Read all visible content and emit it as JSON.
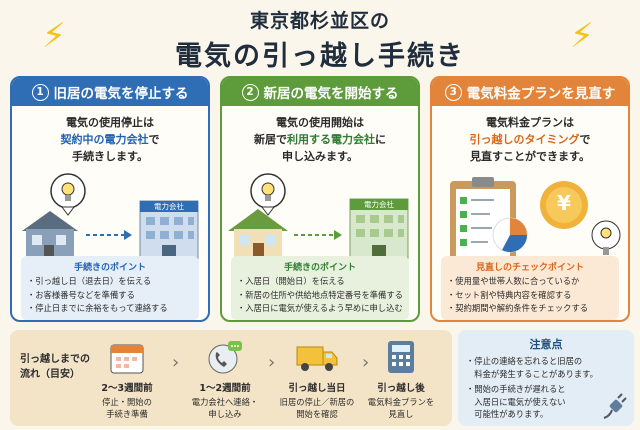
{
  "header": {
    "subtitle": "東京都杉並区の",
    "title": "電気の引っ越し手続き"
  },
  "colors": {
    "blue": "#2f6db5",
    "green": "#5d9b3b",
    "orange": "#e2853a",
    "accent_blue": "#1f63b3",
    "accent_green": "#2e7d32",
    "accent_orange": "#d9661c"
  },
  "cards": [
    {
      "num": "1",
      "title": "旧居の電気を停止する",
      "lead1": "電気の使用停止は",
      "lead_hl": "契約中の電力会社",
      "lead2": "で",
      "lead3": "手続きします。",
      "building_label": "電力会社",
      "points_title": "手続きのポイント",
      "points": [
        "・引っ越し日（退去日）を伝える",
        "・お客様番号などを準備する",
        "・停止日までに余裕をもって連絡する"
      ]
    },
    {
      "num": "2",
      "title": "新居の電気を開始する",
      "lead1": "電気の使用開始は",
      "lead_pre": "新居で",
      "lead_hl": "利用する電力会社",
      "lead2": "に",
      "lead3": "申し込みます。",
      "building_label": "電力会社",
      "points_title": "手続きのポイント",
      "points": [
        "・入居日（開始日）を伝える",
        "・新居の住所や供給地点特定番号を準備する",
        "・入居日に電気が使えるよう早めに申し込む"
      ]
    },
    {
      "num": "3",
      "title": "電気料金プランを見直す",
      "lead1": "電気料金プランは",
      "lead_hl": "引っ越しのタイミング",
      "lead2": "で",
      "lead3": "見直すことができます。",
      "yen": "¥",
      "points_title": "見直しのチェックポイント",
      "points": [
        "・使用量や世帯人数に合っているか",
        "・セット割や特典内容を確認する",
        "・契約期間や解約条件をチェックする"
      ]
    }
  ],
  "flow": {
    "label1": "引っ越しまでの",
    "label2": "流れ（目安）",
    "steps": [
      {
        "title": "2〜3週間前",
        "desc1": "停止・開始の",
        "desc2": "手続き準備",
        "icon": "calendar-icon"
      },
      {
        "title": "1〜2週間前",
        "desc1": "電力会社へ連絡・",
        "desc2": "申し込み",
        "icon": "phone-icon"
      },
      {
        "title": "引っ越し当日",
        "desc1": "旧居の停止／新居の",
        "desc2": "開始を確認",
        "icon": "truck-icon"
      },
      {
        "title": "引っ越し後",
        "desc1": "電気料金プランを",
        "desc2": "見直し",
        "icon": "calculator-icon"
      }
    ]
  },
  "note": {
    "title": "注意点",
    "items": [
      {
        "l1": "・停止の連絡を忘れると旧居の",
        "l2": "　料金が発生することがあります。"
      },
      {
        "l1": "・開始の手続きが遅れると",
        "l2": "　入居日に電気が使えない",
        "l3": "　可能性があります。"
      }
    ]
  }
}
